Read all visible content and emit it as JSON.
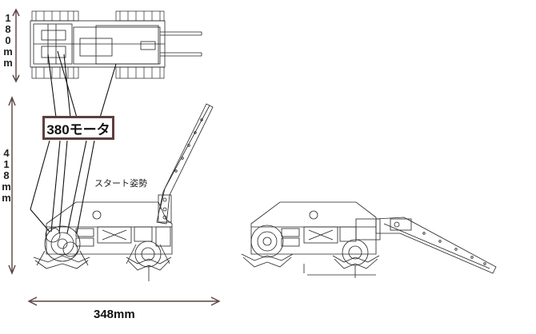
{
  "labels": {
    "top_width": "180mm",
    "height": "418mm",
    "motor": "380モータ",
    "start_pose": "スタート姿勢",
    "length": "348mm"
  }
}
